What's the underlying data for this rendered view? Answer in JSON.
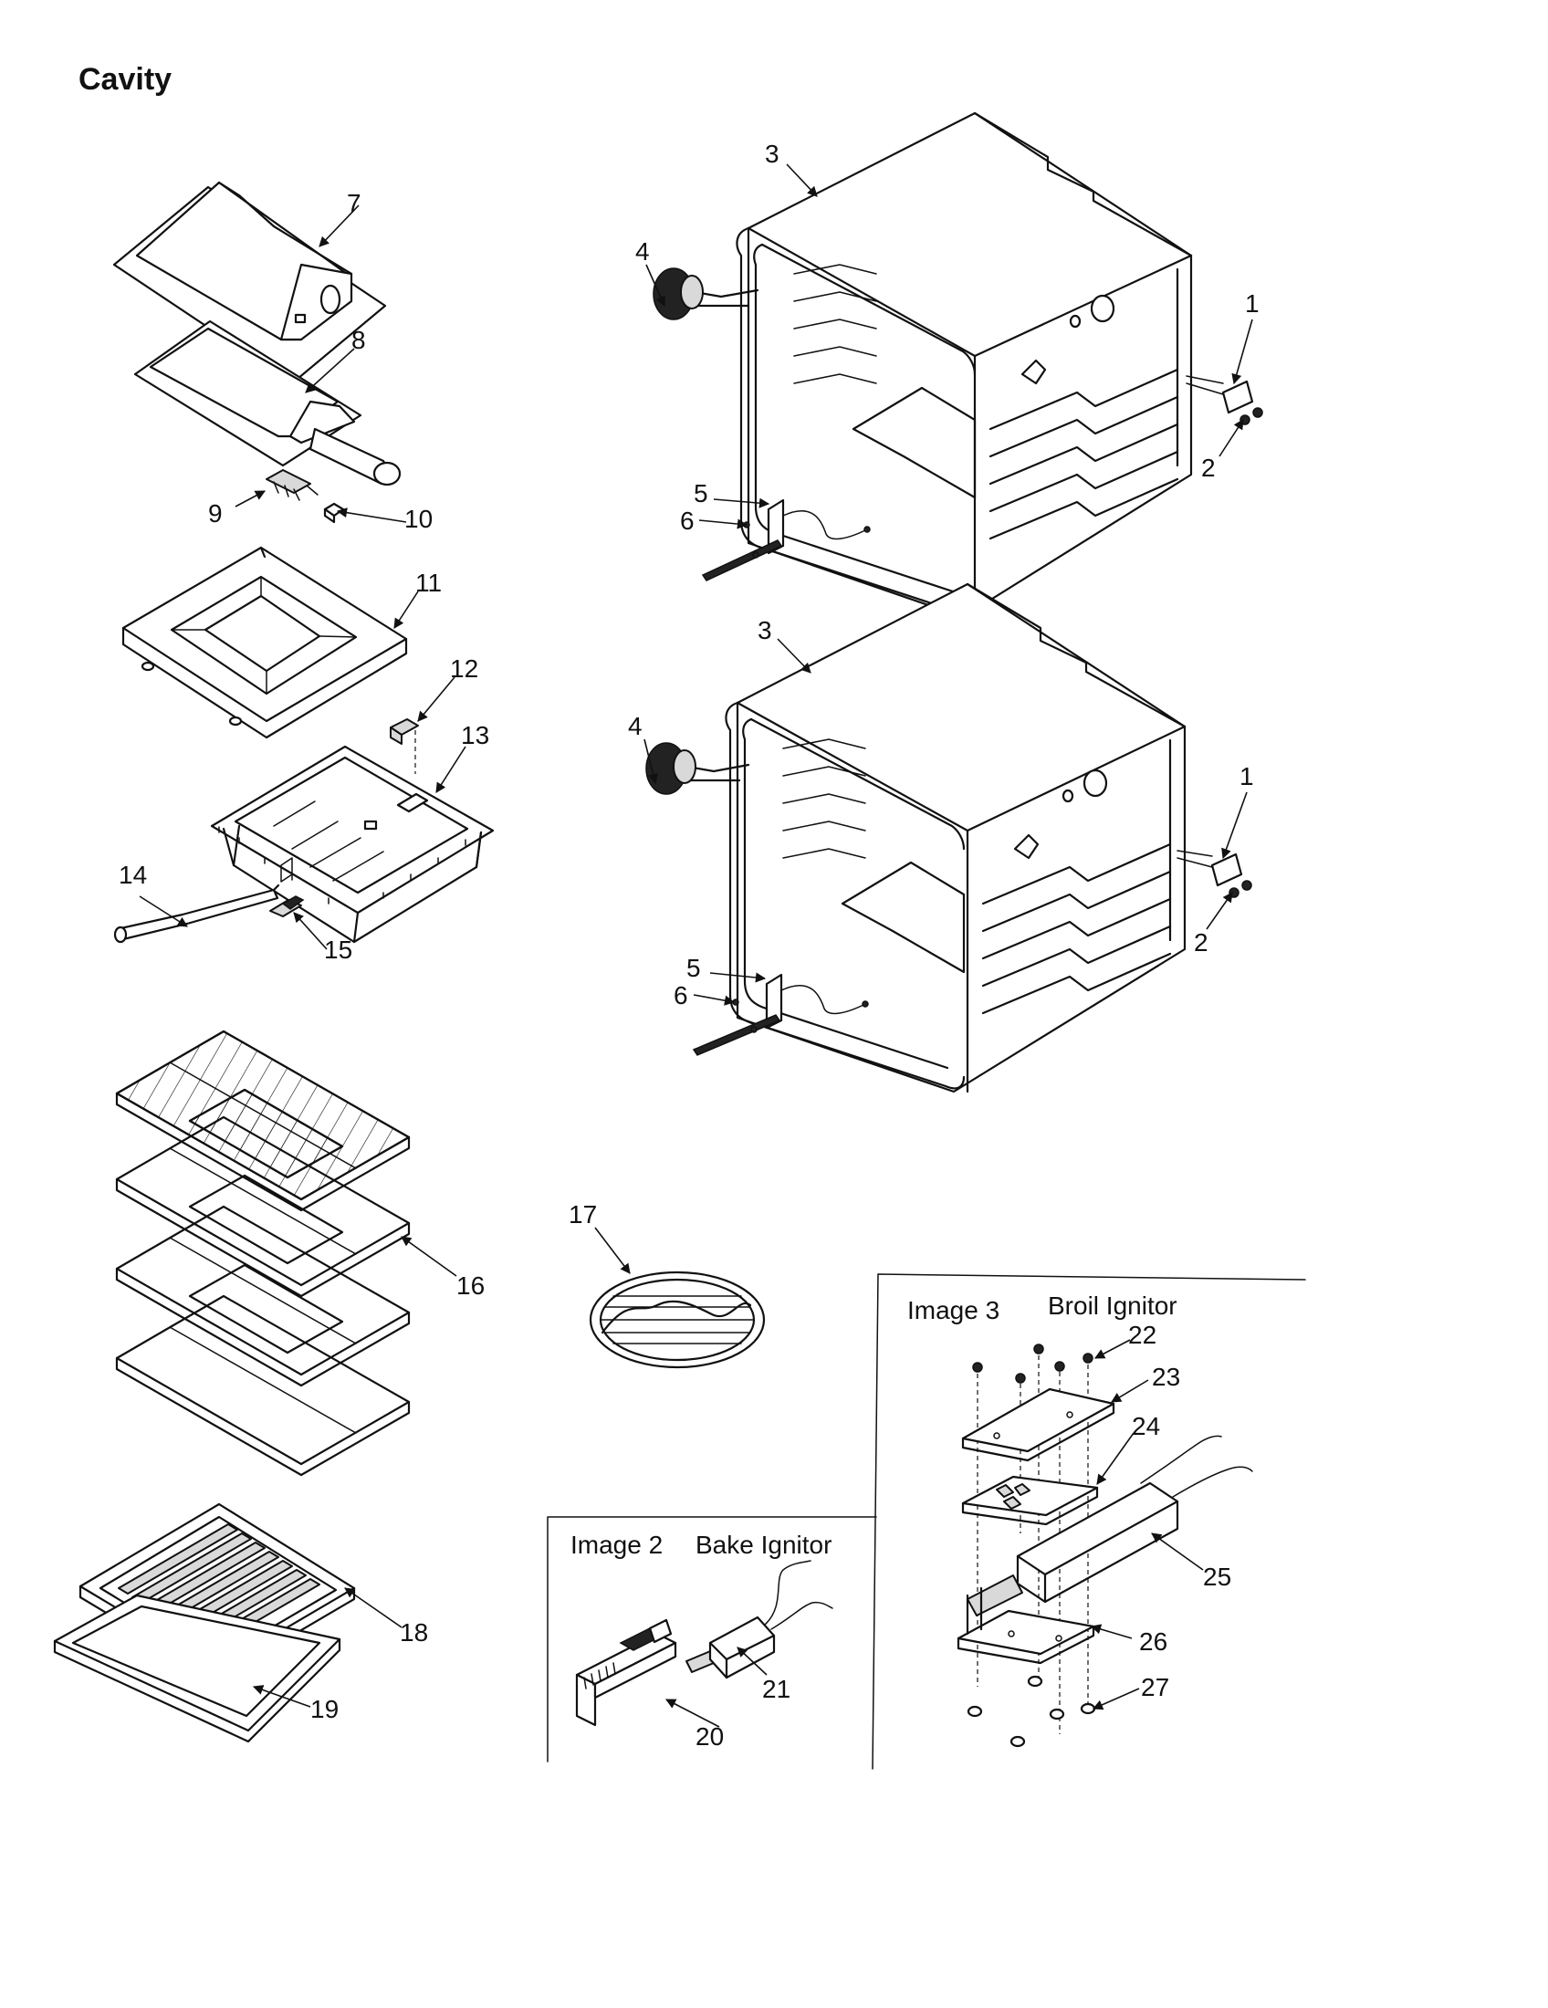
{
  "title": "Cavity",
  "panels": {
    "image2": {
      "label": "Image 2",
      "caption": "Bake Ignitor"
    },
    "image3": {
      "label": "Image 3",
      "caption": "Broil Ignitor"
    }
  },
  "callouts": [
    "1",
    "2",
    "3",
    "4",
    "5",
    "6",
    "7",
    "8",
    "9",
    "10",
    "11",
    "12",
    "13",
    "14",
    "15",
    "16",
    "17",
    "18",
    "19",
    "20",
    "21",
    "22",
    "23",
    "24",
    "25",
    "26",
    "27"
  ]
}
